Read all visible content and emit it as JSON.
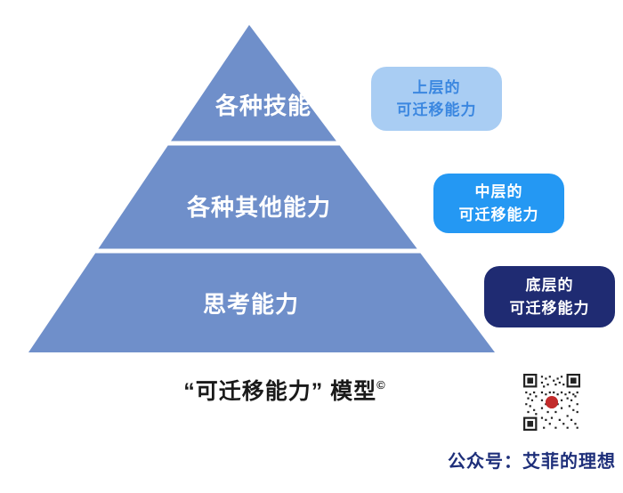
{
  "pyramid": {
    "color": "#6f8fca",
    "divider_color": "#ffffff",
    "layers": [
      {
        "label": "各种技能"
      },
      {
        "label": "各种其他能力"
      },
      {
        "label": "思考能力"
      }
    ]
  },
  "badges": [
    {
      "line1": "上层的",
      "line2": "可迁移能力",
      "bg": "#a9cdf3",
      "fg": "#3b87e0"
    },
    {
      "line1": "中层的",
      "line2": "可迁移能力",
      "bg": "#2498f3",
      "fg": "#ffffff"
    },
    {
      "line1": "底层的",
      "line2": "可迁移能力",
      "bg": "#1f2b72",
      "fg": "#ffffff"
    }
  ],
  "footer": {
    "title": "“可迁移能力” 模型",
    "copyright": "©",
    "brand": "公众号：艾菲的理想"
  },
  "colors": {
    "qr_dot": "#c22b2b",
    "brand_text": "#1e2f7a",
    "title_text": "#1a1a1a"
  }
}
